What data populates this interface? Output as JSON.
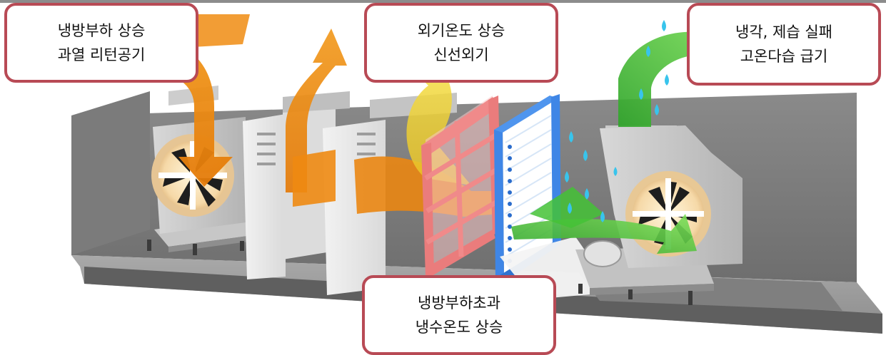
{
  "callouts": {
    "return_air": {
      "line1": "냉방부하 상승",
      "line2": "과열 리턴공기"
    },
    "outdoor_air": {
      "line1": "외기온도 상승",
      "line2": "신선외기"
    },
    "supply_air": {
      "line1": "냉각, 제습 실패",
      "line2": "고온다습 급기"
    },
    "coil_load": {
      "line1": "냉방부하초과",
      "line2": "냉수온도 상승"
    }
  },
  "colors": {
    "callout_border": "#b84a55",
    "hot_air_arrow": "#ee8410",
    "outdoor_air_arrow": "#eecf2e",
    "supply_air_arrow": "#4cc63a",
    "filter_frame": "#f08a8a",
    "coil_frame": "#3f86e6",
    "water_droplet": "#38c4ec",
    "casing": "#9a9a9a"
  },
  "icons": [
    "fan-icon",
    "water-droplet-icon"
  ]
}
